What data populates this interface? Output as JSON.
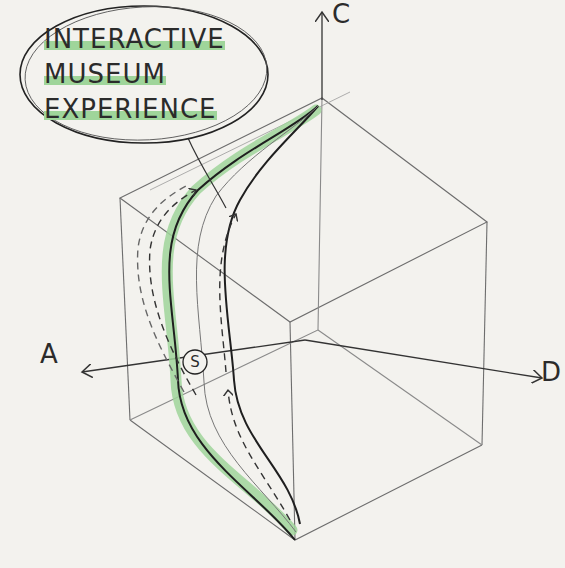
{
  "diagram": {
    "nodes": [
      {
        "text": [
          "INTERACTIVE MUSEUM EXPERIENCE"
        ]
      },
      {
        "text": [
          "S"
        ]
      }
    ],
    "labels": [
      "C",
      "A",
      "D"
    ]
  }
}
